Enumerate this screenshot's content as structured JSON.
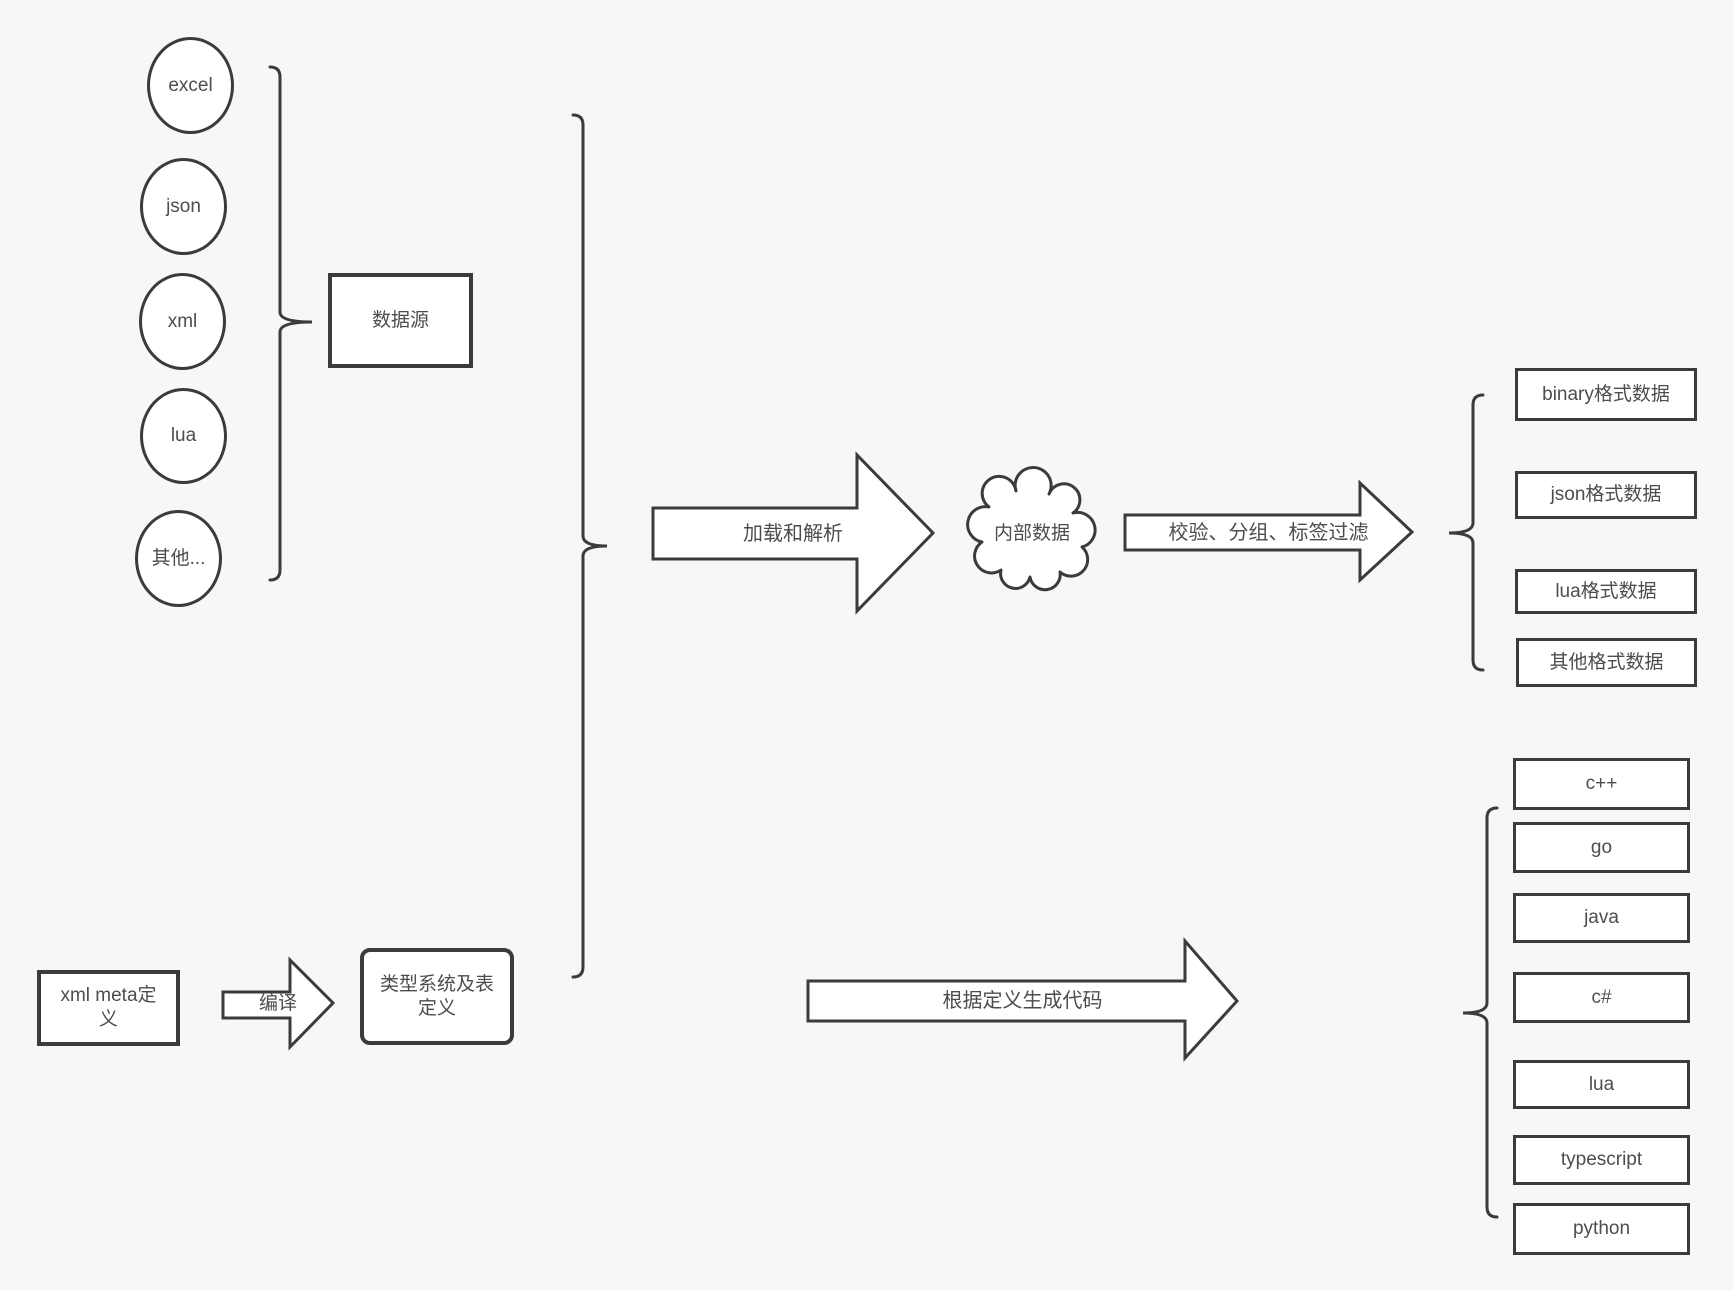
{
  "colors": {
    "background": "#f7f7f7",
    "stroke": "#3b3b3b",
    "text": "#4d4d4d",
    "node_fill": "#ffffff"
  },
  "sources": {
    "items": [
      "excel",
      "json",
      "xml",
      "lua",
      "其他..."
    ],
    "group_label": "数据源"
  },
  "pipeline": {
    "load_arrow_label": "加载和解析",
    "internal_data_label": "内部数据",
    "filter_arrow_label": "校验、分组、标签过滤"
  },
  "formats": {
    "items": [
      "binary格式数据",
      "json格式数据",
      "lua格式数据",
      "其他格式数据"
    ]
  },
  "definition": {
    "xml_meta_label": "xml meta定义",
    "compile_arrow_label": "编译",
    "type_system_label": "类型系统及表定义",
    "codegen_arrow_label": "根据定义生成代码"
  },
  "languages": {
    "items": [
      "c++",
      "go",
      "java",
      "c#",
      "lua",
      "typescript",
      "python"
    ]
  }
}
